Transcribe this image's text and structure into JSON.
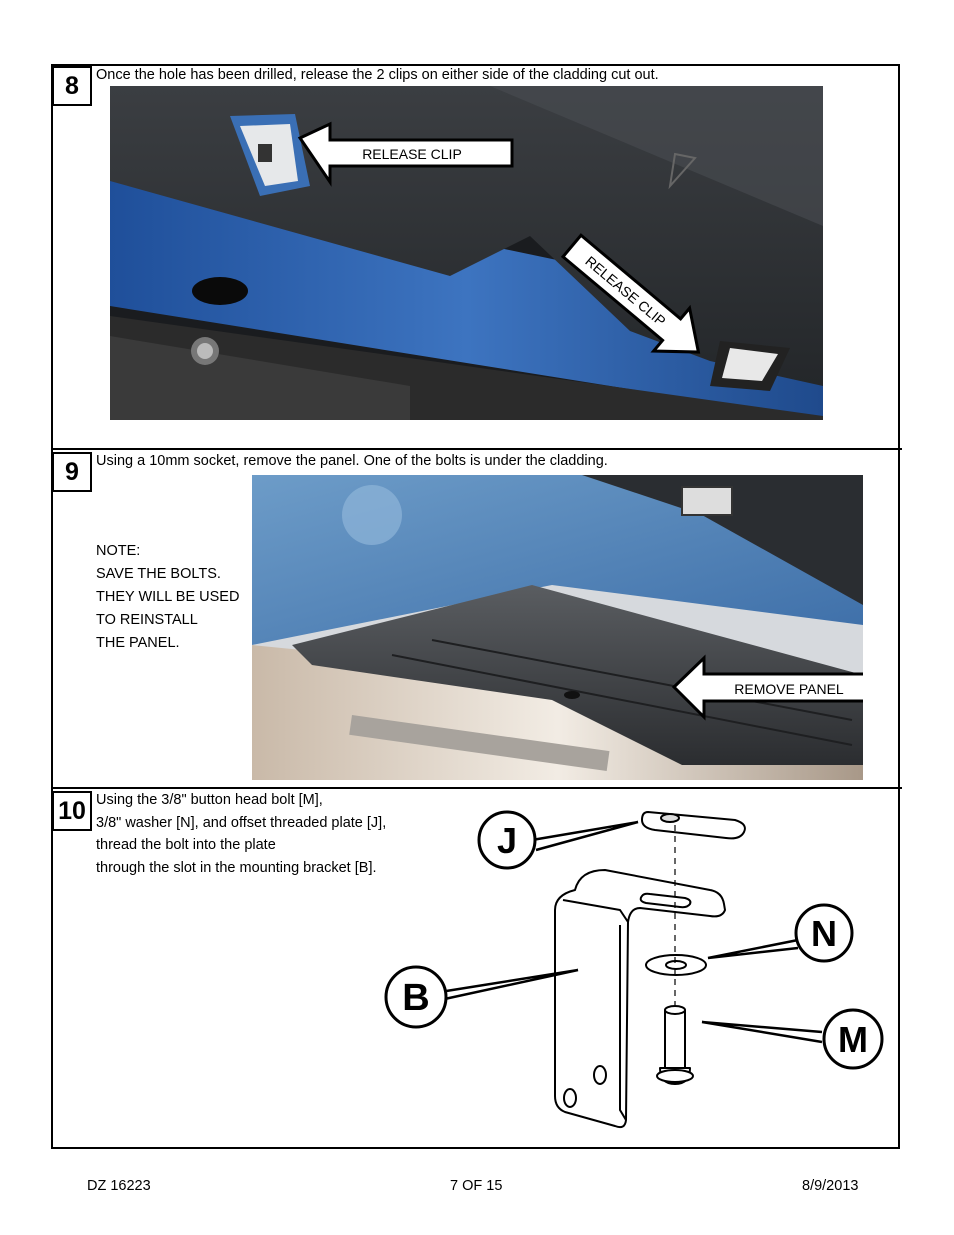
{
  "steps": [
    {
      "number": "8",
      "text": "Once the hole has been drilled, release the 2 clips on either side of the cladding cut out.",
      "photo_labels": [
        "RELEASE CLIP",
        "RELEASE CLIP"
      ]
    },
    {
      "number": "9",
      "text": "Using a 10mm socket, remove the panel.  One of the bolts is under the cladding.",
      "note": "NOTE:\nSAVE THE BOLTS.\nTHEY WILL BE USED\nTO REINSTALL\nTHE PANEL.",
      "photo_labels": [
        "REMOVE PANEL"
      ]
    },
    {
      "number": "10",
      "text": "Using the 3/8\" button head bolt [M],\n3/8\" washer [N], and offset threaded plate [J],\nthread the bolt into the plate\nthrough the slot in the mounting bracket [B].",
      "diagram_callouts": [
        "J",
        "N",
        "B",
        "M"
      ]
    }
  ],
  "footer": {
    "left": "DZ 16223",
    "center": "7 OF 15",
    "right": "8/9/2013"
  },
  "colors": {
    "vehicle_blue": "#2a5da8",
    "cladding_dark": "#2f3236",
    "outline": "#000000"
  }
}
